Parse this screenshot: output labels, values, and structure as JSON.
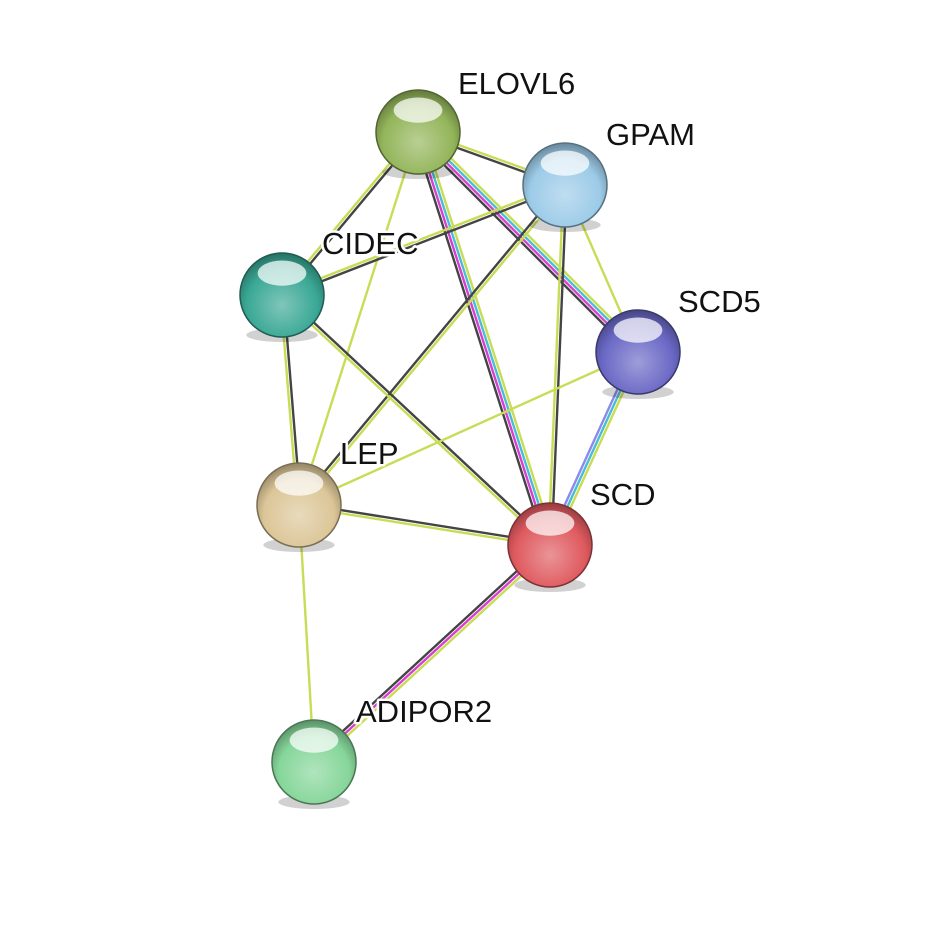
{
  "network": {
    "nodes": [
      {
        "id": "ELOVL6",
        "label": "ELOVL6",
        "color": "#93b55a"
      },
      {
        "id": "GPAM",
        "label": "GPAM",
        "color": "#9ccbe8"
      },
      {
        "id": "CIDEC",
        "label": "CIDEC",
        "color": "#3aa895"
      },
      {
        "id": "SCD5",
        "label": "SCD5",
        "color": "#6a68c5"
      },
      {
        "id": "LEP",
        "label": "LEP",
        "color": "#dcc698"
      },
      {
        "id": "SCD",
        "label": "SCD",
        "color": "#df5a5f"
      },
      {
        "id": "ADIPOR2",
        "label": "ADIPOR2",
        "color": "#86d69a"
      }
    ],
    "edges": [
      {
        "source": "ELOVL6",
        "target": "GPAM",
        "colors": [
          "#c8dc55",
          "#444444"
        ]
      },
      {
        "source": "ELOVL6",
        "target": "CIDEC",
        "colors": [
          "#444444",
          "#c8dc55"
        ]
      },
      {
        "source": "ELOVL6",
        "target": "SCD5",
        "colors": [
          "#c8dc55",
          "#4bbcd6",
          "#d83fd0",
          "#444444"
        ]
      },
      {
        "source": "ELOVL6",
        "target": "SCD",
        "colors": [
          "#c8dc55",
          "#4bbcd6",
          "#d83fd0",
          "#444444"
        ]
      },
      {
        "source": "ELOVL6",
        "target": "LEP",
        "colors": [
          "#c8dc55"
        ]
      },
      {
        "source": "GPAM",
        "target": "CIDEC",
        "colors": [
          "#444444",
          "#c8dc55"
        ]
      },
      {
        "source": "GPAM",
        "target": "SCD5",
        "colors": [
          "#c8dc55"
        ]
      },
      {
        "source": "GPAM",
        "target": "SCD",
        "colors": [
          "#444444",
          "#c8dc55"
        ]
      },
      {
        "source": "GPAM",
        "target": "LEP",
        "colors": [
          "#c8dc55",
          "#444444"
        ]
      },
      {
        "source": "CIDEC",
        "target": "LEP",
        "colors": [
          "#444444",
          "#c8dc55"
        ]
      },
      {
        "source": "CIDEC",
        "target": "SCD",
        "colors": [
          "#444444",
          "#c8dc55"
        ]
      },
      {
        "source": "SCD5",
        "target": "SCD",
        "colors": [
          "#c8dc55",
          "#4bbcd6",
          "#8a8aee"
        ]
      },
      {
        "source": "SCD5",
        "target": "LEP",
        "colors": [
          "#c8dc55"
        ]
      },
      {
        "source": "LEP",
        "target": "SCD",
        "colors": [
          "#444444",
          "#c8dc55"
        ]
      },
      {
        "source": "LEP",
        "target": "ADIPOR2",
        "colors": [
          "#c8dc55"
        ]
      },
      {
        "source": "SCD",
        "target": "ADIPOR2",
        "colors": [
          "#c8dc55",
          "#d83fd0",
          "#444444"
        ]
      }
    ]
  }
}
